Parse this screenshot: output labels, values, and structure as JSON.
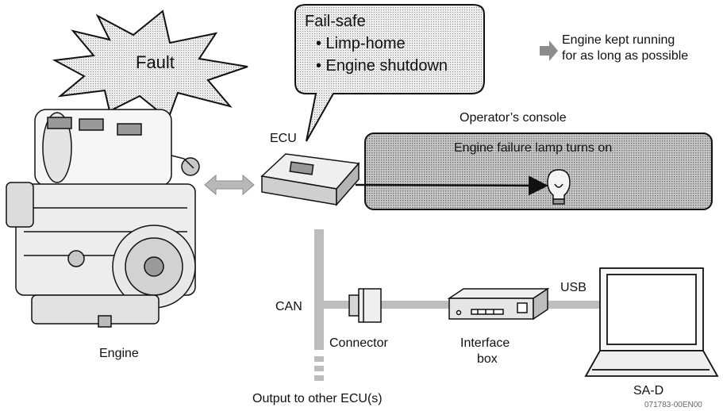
{
  "fault": {
    "label": "Fault"
  },
  "failsafe": {
    "title": "Fail-safe",
    "items": [
      "• Limp-home",
      "• Engine shutdown"
    ]
  },
  "result": {
    "line1": "Engine kept running",
    "line2": "for as long as possible"
  },
  "console": {
    "title": "Operator’s console",
    "lamp_text": "Engine failure lamp turns on"
  },
  "ecu": {
    "label": "ECU"
  },
  "can": {
    "label": "CAN"
  },
  "usb": {
    "label": "USB"
  },
  "engine": {
    "label": "Engine"
  },
  "connector": {
    "label": "Connector"
  },
  "interface_box": {
    "line1": "Interface",
    "line2": "box"
  },
  "sad": {
    "label": "SA-D"
  },
  "output": {
    "label": "Output to other ECU(s)"
  },
  "figure_id": {
    "label": "071783-00EN00"
  },
  "colors": {
    "hatch_fill": "#d9d9d9",
    "line": "#111111",
    "bus": "#bdbdbd"
  }
}
